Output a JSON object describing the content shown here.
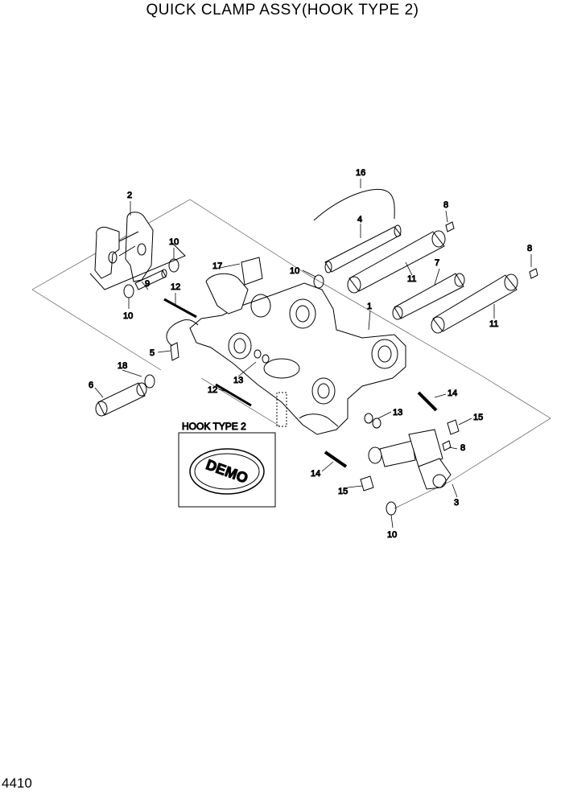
{
  "title": "QUICK CLAMP ASSY(HOOK TYPE 2)",
  "page_number": "4410",
  "inset_label": "HOOK TYPE 2",
  "logo_text": "DEMO",
  "callouts": {
    "c1": "1",
    "c2": "2",
    "c3": "3",
    "c4": "4",
    "c5": "5",
    "c6": "6",
    "c7": "7",
    "c8a": "8",
    "c8b": "8",
    "c8c": "8",
    "c9": "9",
    "c10a": "10",
    "c10b": "10",
    "c10c": "10",
    "c10d": "10",
    "c11a": "11",
    "c11b": "11",
    "c12a": "12",
    "c12b": "12",
    "c13a": "13",
    "c13b": "13",
    "c14a": "14",
    "c14b": "14",
    "c15a": "15",
    "c15b": "15",
    "c16": "16",
    "c17": "17",
    "c18": "18"
  }
}
